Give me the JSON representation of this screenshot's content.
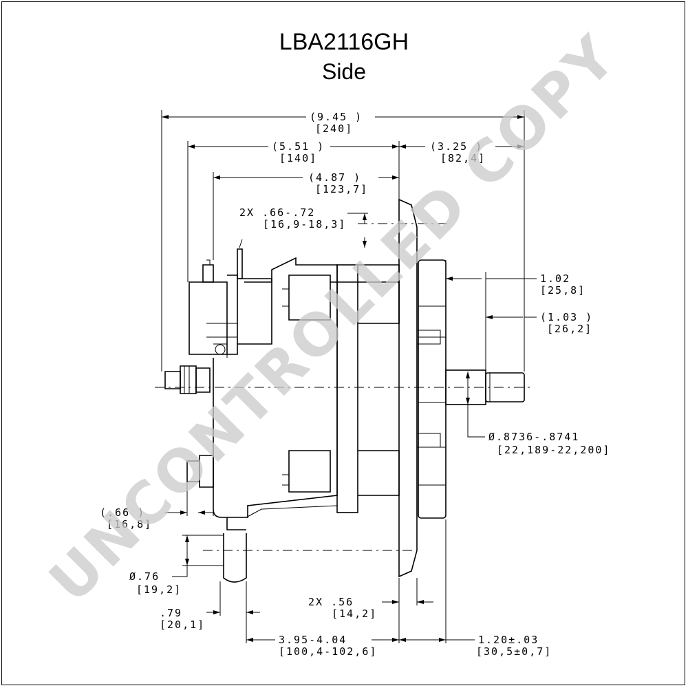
{
  "drawing": {
    "part_number": "LBA2116GH",
    "view": "Side",
    "watermark": "UNCONTROLLED COPY"
  },
  "dimensions": {
    "overall_length": {
      "in": "(9.45 )",
      "mm": "[240]"
    },
    "front_length": {
      "in": "(5.51 )",
      "mm": "[140]"
    },
    "rear_length": {
      "in": "(3.25 )",
      "mm": "[82,4]"
    },
    "mount_to_end": {
      "in": "(4.87 )",
      "mm": "[123,7]"
    },
    "hole_spacing": {
      "in": "2X .66-.72",
      "mm": "[16,9-18,3]"
    },
    "shaft_length_a": {
      "in": "1.02",
      "mm": "[25,8]"
    },
    "shaft_length_b": {
      "in": "(1.03 )",
      "mm": "[26,2]"
    },
    "shaft_diameter": {
      "in": "Ø.8736-.8741",
      "mm": "[22,189-22,200]"
    },
    "terminal_offset": {
      "in": "(.66 )",
      "mm": "[16,8]"
    },
    "mount_hole_diameter": {
      "in": "Ø.76",
      "mm": "[19,2]"
    },
    "mount_width": {
      "in": ".79",
      "mm": "[20,1]"
    },
    "ear_width": {
      "in": "2X .56",
      "mm": "[14,2]"
    },
    "mount_span": {
      "in": "3.95-4.04",
      "mm": "[100,4-102,6]"
    },
    "pulley_offset": {
      "in": "1.20±.03",
      "mm": "[30,5±0,7]"
    }
  }
}
